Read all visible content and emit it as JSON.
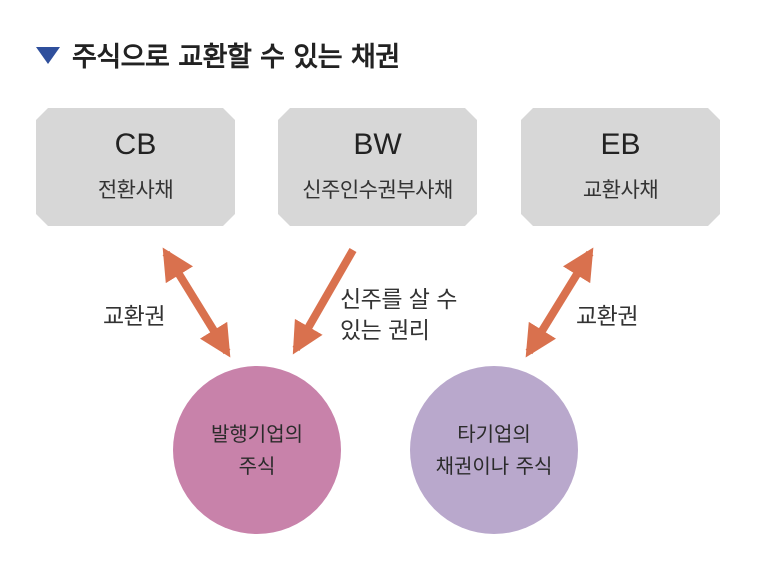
{
  "title": {
    "text": "주식으로 교환할 수 있는 채권",
    "marker_icon": "triangle-down-icon",
    "marker_color": "#2f4f9c"
  },
  "boxes": [
    {
      "code": "CB",
      "name": "전환사채"
    },
    {
      "code": "BW",
      "name": "신주인수권부사채"
    },
    {
      "code": "EB",
      "name": "교환사채"
    }
  ],
  "circles": {
    "issuer": {
      "line1": "발행기업의",
      "line2": "주식",
      "color": "#c882aa"
    },
    "other": {
      "line1": "타기업의",
      "line2": "채권이나 주식",
      "color": "#b9a8cc"
    }
  },
  "arrows": {
    "color": "#d9714e",
    "left_label": "교환권",
    "middle_label_line1": "신주를 살 수",
    "middle_label_line2": "있는 권리",
    "right_label": "교환권"
  }
}
